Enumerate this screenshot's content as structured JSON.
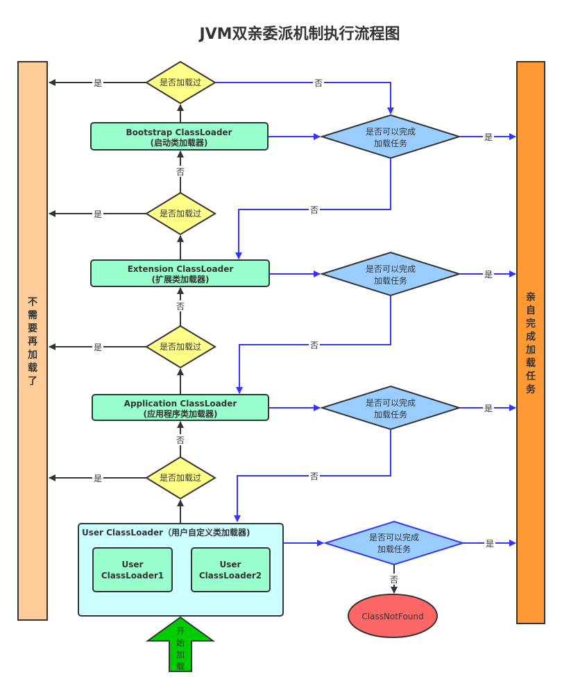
{
  "title": "JVM双亲委派机制执行流程图",
  "left_bar": {
    "label": "不需要再加载了",
    "color": "#FFCC99"
  },
  "right_bar": {
    "label": "亲自完成加载任务",
    "color": "#FF9933"
  },
  "start_arrow": {
    "label": "开始加载",
    "color": "#00CC00"
  },
  "colors": {
    "loader_fill": "#99FFCC",
    "user_container_fill": "#CCFFFF",
    "check_loaded_fill": "#FFFF88",
    "can_complete_fill": "#99CCFF",
    "not_found_fill": "#FF6666",
    "delegate_line": "#3333FF",
    "dark_line": "#333333"
  },
  "loaders": [
    {
      "name": "Bootstrap ClassLoader",
      "sub": "(启动类加载器)"
    },
    {
      "name": "Extension ClassLoader",
      "sub": "(扩展类加载器)"
    },
    {
      "name": "Application ClassLoader",
      "sub": "(应用程序类加载器)"
    }
  ],
  "user_loader": {
    "title": "User ClassLoader（用户自定义类加载器)",
    "children": [
      {
        "line1": "User",
        "line2": "ClassLoader1"
      },
      {
        "line1": "User",
        "line2": "ClassLoader2"
      }
    ]
  },
  "decisions": {
    "loaded_check": "是否加载过",
    "can_complete_line1": "是否可以完成",
    "can_complete_line2": "加载任务"
  },
  "edge_labels": {
    "yes": "是",
    "no": "否"
  },
  "not_found": "ClassNotFound"
}
